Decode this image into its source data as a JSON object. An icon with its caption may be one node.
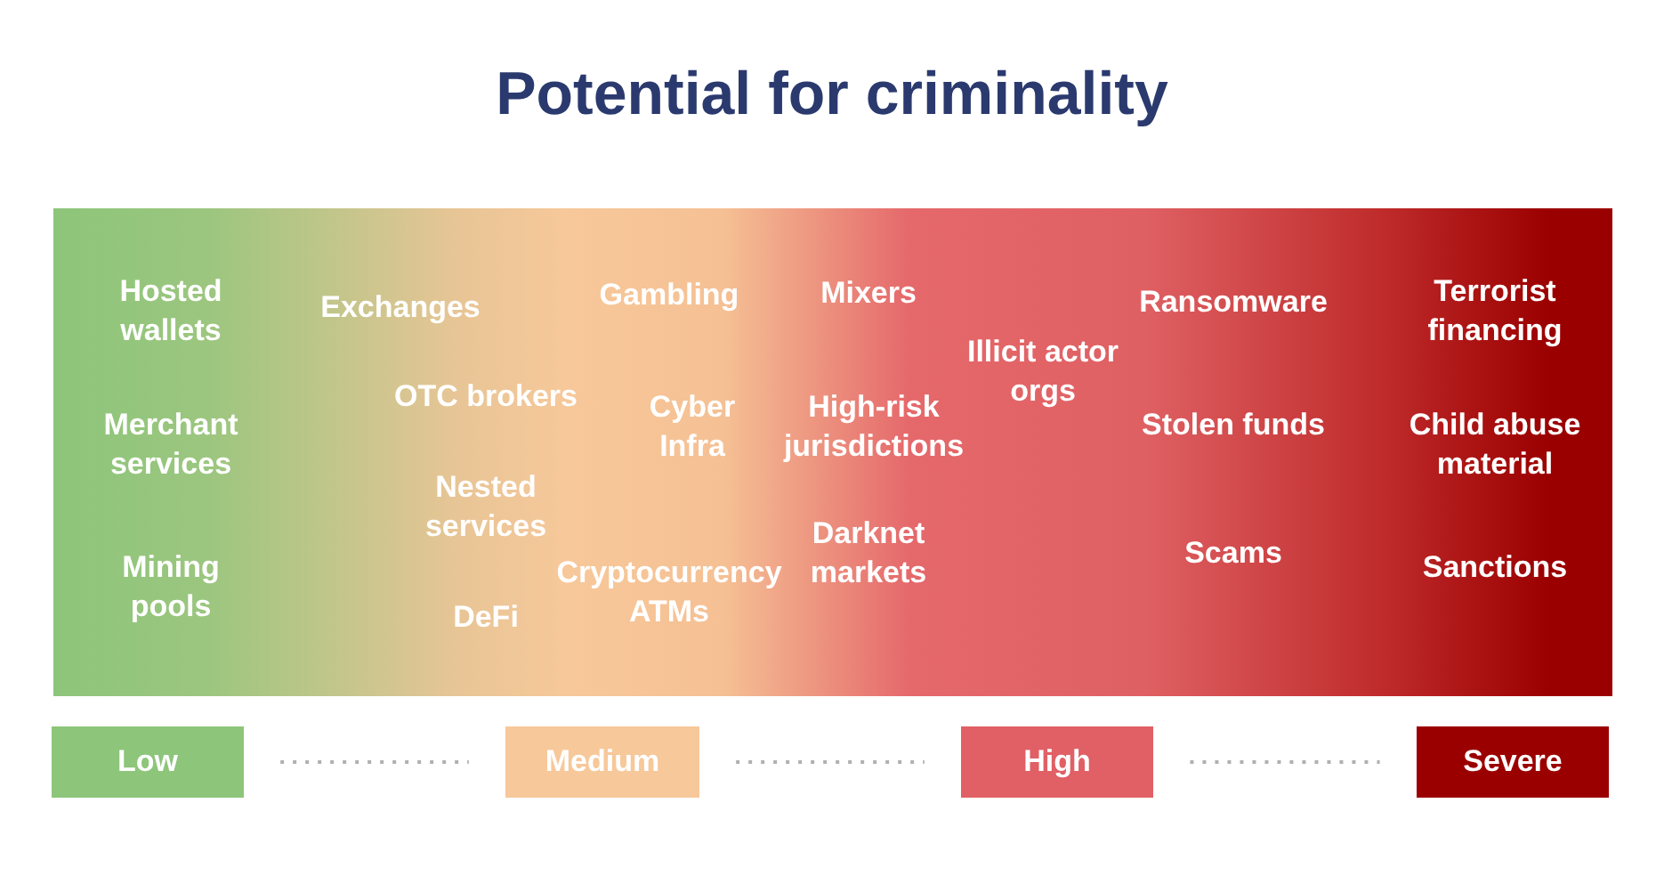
{
  "diagram": {
    "title": "Potential for criminality",
    "nodes": [
      {
        "text": [
          "Low"
        ]
      },
      {
        "text": [
          "Medium"
        ]
      },
      {
        "text": [
          "High"
        ]
      },
      {
        "text": [
          "Severe"
        ]
      }
    ],
    "edges": [
      {
        "from": 0,
        "to": 1,
        "arrow": "none",
        "style": "dashed"
      },
      {
        "from": 1,
        "to": 2,
        "arrow": "none",
        "style": "dashed"
      },
      {
        "from": 2,
        "to": 3,
        "arrow": "none",
        "style": "dashed"
      }
    ],
    "labels": [
      "Hosted wallets",
      "Merchant services",
      "Mining pools",
      "Exchanges",
      "OTC brokers",
      "Nested services",
      "DeFi",
      "Gambling",
      "Cyber Infra",
      "Cryptocurrency ATMs",
      "Mixers",
      "High-risk jurisdictions",
      "Darknet markets",
      "Illicit actor orgs",
      "Ransomware",
      "Stolen funds",
      "Scams",
      "Terrorist financing",
      "Child abuse material",
      "Sanctions"
    ]
  }
}
